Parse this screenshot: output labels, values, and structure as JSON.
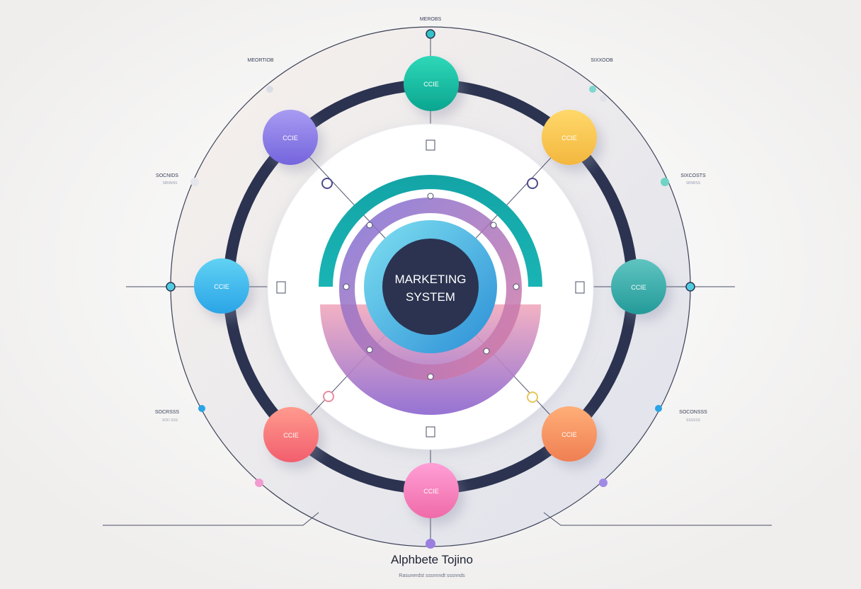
{
  "center": {
    "line1": "MARKETING",
    "line2": "SYSTEM"
  },
  "nodes": [
    {
      "label": "CCIE",
      "color_top": "#2fd8b8",
      "color_bottom": "#0aa58f"
    },
    {
      "label": "CCIE",
      "color_top": "#ffd86a",
      "color_bottom": "#f3b73e"
    },
    {
      "label": "CCIE",
      "color_top": "#5fc4c0",
      "color_bottom": "#239a99"
    },
    {
      "label": "CCIE",
      "color_top": "#ffae78",
      "color_bottom": "#ef7f52"
    },
    {
      "label": "CCIE",
      "color_top": "#ff9fd6",
      "color_bottom": "#ef6aa8"
    },
    {
      "label": "CCIE",
      "color_top": "#ff9a8e",
      "color_bottom": "#f25e6d"
    },
    {
      "label": "CCIE",
      "color_top": "#61d2f4",
      "color_bottom": "#2aa4e6"
    },
    {
      "label": "CCIE",
      "color_top": "#a89bf2",
      "color_bottom": "#7464dd"
    }
  ],
  "side_labels": {
    "top": "MEROBS",
    "top_left": "MEORTIOB",
    "top_right": "SIXXOOB",
    "left_upper": "SOCNIDS",
    "left_upper_sub": "SBNNNS",
    "right_upper": "SIXCOSTS",
    "right_upper_sub": "SBNBSS",
    "left_lower": "SOCRSSS",
    "left_lower_sub": "SOD SSS",
    "right_lower": "SOCONSSS",
    "right_lower_sub": "SSSSSS"
  },
  "footer": {
    "title": "Alphbete Tojino",
    "subtitle": "Rasunerdst sssnnndt sssnnds"
  },
  "colors": {
    "background": "#efeeed",
    "dark_ring": "#2b3350",
    "center_circle": "#2b3350",
    "teal": "#17a6a6",
    "purple": "#8e6fd0",
    "pink": "#e98aa0",
    "blue": "#4bb6e3"
  }
}
